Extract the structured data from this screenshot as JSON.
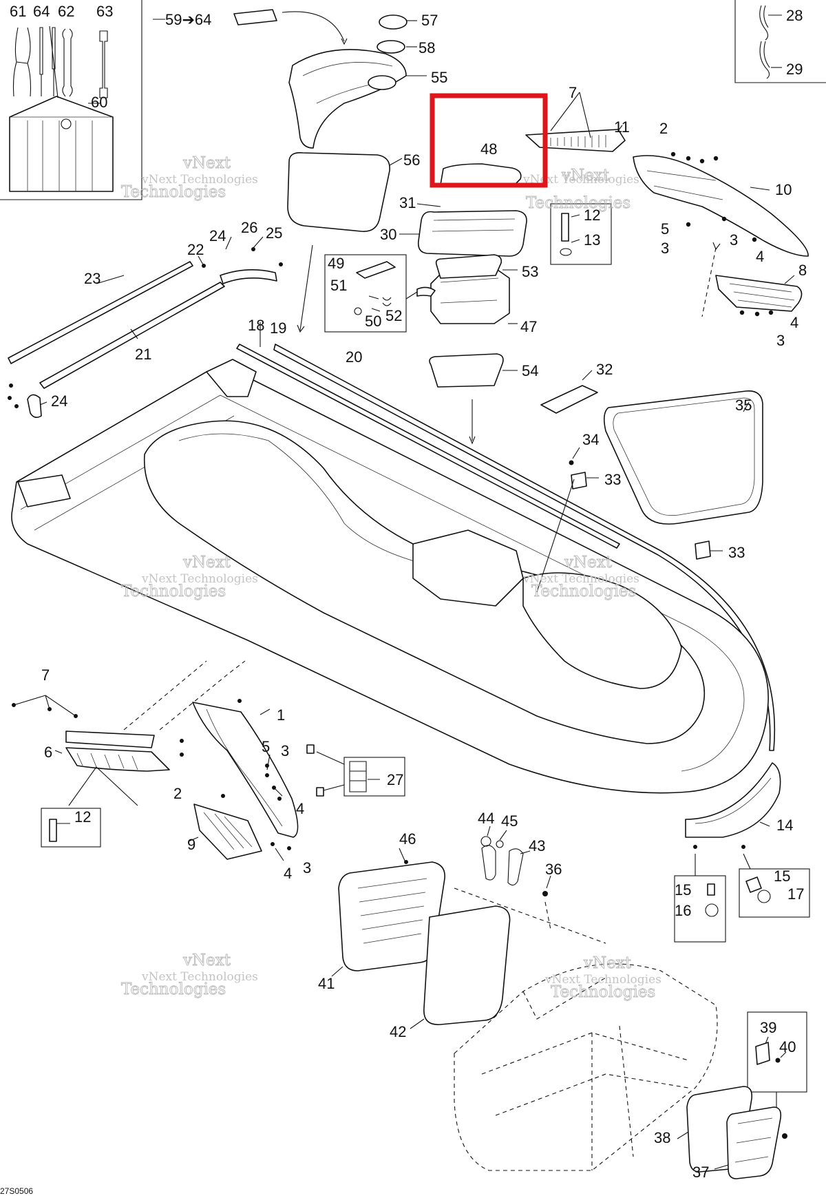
{
  "diagram": {
    "reference_code": "27S0506",
    "watermark": {
      "line1": "vNext",
      "line2": "Technologies",
      "small": "vNext Technologies"
    },
    "highlight": {
      "part": "48",
      "color": "#e0151b"
    },
    "kit_arrow": "59➔64",
    "callouts": {
      "c1": "1",
      "c2": "2",
      "c3": "3",
      "c4": "4",
      "c5": "5",
      "c6": "6",
      "c7": "7",
      "c8": "8",
      "c9": "9",
      "c10": "10",
      "c11": "11",
      "c12": "12",
      "c13": "13",
      "c14": "14",
      "c15": "15",
      "c16": "16",
      "c17": "17",
      "c20": "20",
      "c21": "21",
      "c22": "22",
      "c23": "23",
      "c24": "24",
      "c25": "25",
      "c26": "26",
      "c27": "27",
      "c28": "28",
      "c29": "29",
      "c30": "30",
      "c31": "31",
      "c32": "32",
      "c33": "33",
      "c34": "34",
      "c35": "35",
      "c36": "36",
      "c37": "37",
      "c38": "38",
      "c39": "39",
      "c40": "40",
      "c41": "41",
      "c42": "42",
      "c43": "43",
      "c44": "44",
      "c45": "45",
      "c46": "46",
      "c47": "47",
      "c48": "48",
      "c49": "49",
      "c50": "50",
      "c51": "51",
      "c52": "52",
      "c53": "53",
      "c54": "54",
      "c55": "55",
      "c56": "56",
      "c57": "57",
      "c58": "58",
      "c60": "60",
      "c61": "61",
      "c62": "62",
      "c63": "63",
      "c64": "64",
      "c18": "18",
      "c19": "19"
    }
  }
}
